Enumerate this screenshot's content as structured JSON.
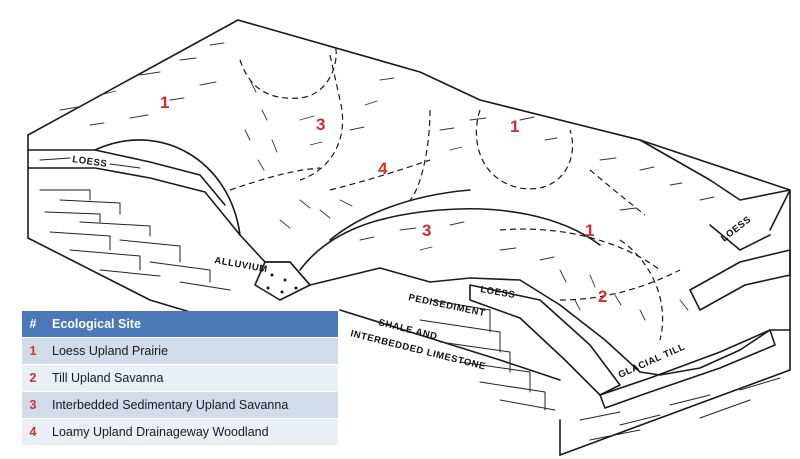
{
  "diagram": {
    "site_numbers": {
      "a": "1",
      "b": "3",
      "c": "1",
      "d": "4",
      "e": "3",
      "f": "1",
      "g": "2"
    },
    "geologic_labels": {
      "loess_left": "LOESS",
      "loess_right": "LOESS",
      "loess_center": "LOESS",
      "alluvium": "ALLUVIUM",
      "pedisediment": "PEDISEDIMENT",
      "shale_line1": "SHALE AND",
      "shale_line2": "INTERBEDDED LIMESTONE",
      "glacial_till": "GLACIAL TILL"
    }
  },
  "legend": {
    "header_num": "#",
    "header_label": "Ecological Site",
    "rows": [
      {
        "num": "1",
        "label": "Loess Upland Prairie"
      },
      {
        "num": "2",
        "label": "Till Upland Savanna"
      },
      {
        "num": "3",
        "label": "Interbedded Sedimentary Upland Savanna"
      },
      {
        "num": "4",
        "label": "Loamy Upland Drainageway Woodland"
      }
    ]
  },
  "colors": {
    "header_bg": "#4a78b8",
    "row_dark": "#d2dbe9",
    "row_light": "#eaeef5",
    "number_red": "#d0312d"
  }
}
